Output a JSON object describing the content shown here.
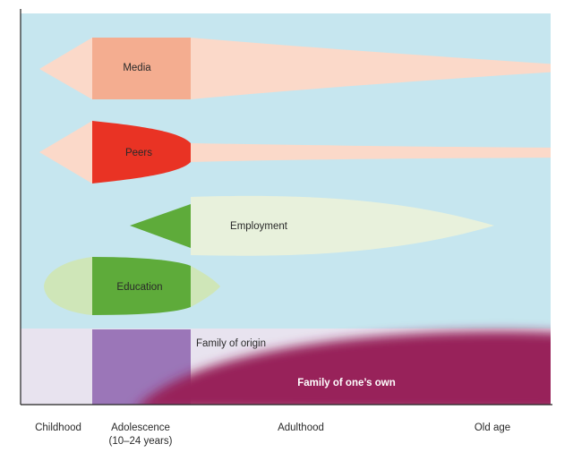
{
  "labels": {
    "media": "Media",
    "peers": "Peers",
    "employment": "Employment",
    "education": "Education",
    "family_origin": "Family of origin",
    "family_own": "Family of one’s own"
  },
  "axis": {
    "childhood": "Childhood",
    "adolescence": "Adolescence",
    "adolescence_range": "(10–24 years)",
    "adulthood": "Adulthood",
    "old_age": "Old age"
  },
  "colors": {
    "background_sky": "#c6e6ef",
    "background_lower": "#e8e3ef",
    "media_light": "#fbd9c9",
    "media_dark": "#f4ad90",
    "peers_light": "#fbd9c9",
    "peers_dark": "#e93324",
    "employment_light": "#e8f1dc",
    "employment_dark": "#5eab3a",
    "education_light": "#cfe6b8",
    "education_dark": "#5eab3a",
    "family_origin_dark": "#9b76b8",
    "family_own": "#98205a"
  }
}
